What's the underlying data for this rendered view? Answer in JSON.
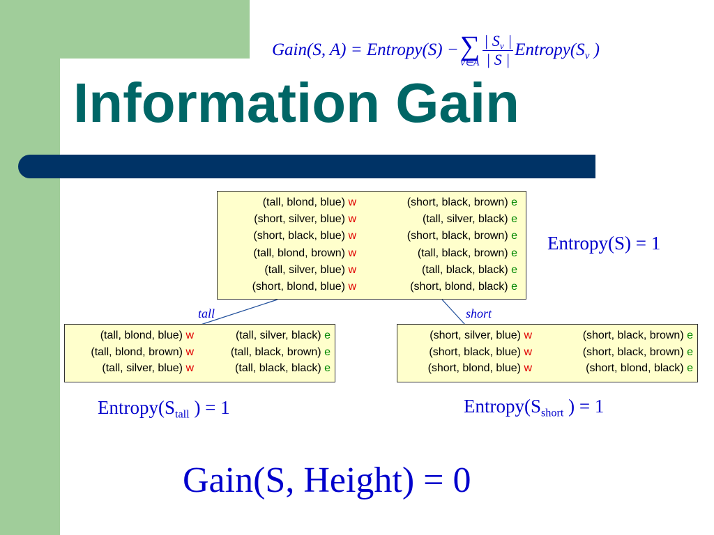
{
  "title": "Information Gain",
  "gain_formula": {
    "lhs": "Gain(S, A) = Entropy(S) −",
    "sum_under": "v∈A",
    "frac_num": "| S",
    "frac_num_sub": "v",
    "frac_num_end": " |",
    "frac_den": "| S |",
    "rhs": "Entropy(S",
    "rhs_sub": "v",
    "rhs_end": " )"
  },
  "root": {
    "rows": [
      {
        "left": "(tall, blond, blue)",
        "left_label": "w",
        "right": "(short, black, brown)",
        "right_label": "e"
      },
      {
        "left": "(short, silver, blue)",
        "left_label": "w",
        "right": "(tall, silver, black)",
        "right_label": "e"
      },
      {
        "left": "(short, black, blue)",
        "left_label": "w",
        "right": "(short, black, brown)",
        "right_label": "e"
      },
      {
        "left": "(tall, blond, brown)",
        "left_label": "w",
        "right": "(tall, black, brown)",
        "right_label": "e"
      },
      {
        "left": "(tall, silver, blue)",
        "left_label": "w",
        "right": "(tall, black, black)",
        "right_label": "e"
      },
      {
        "left": "(short, blond, blue)",
        "left_label": "w",
        "right": "(short, blond, black)",
        "right_label": "e"
      }
    ],
    "entropy": {
      "prefix": "Entropy(S",
      "sub": "",
      "suffix": ") = 1"
    }
  },
  "branches": {
    "tall": {
      "label": "tall",
      "rows": [
        {
          "left": "(tall, blond, blue)",
          "left_label": "w",
          "right": "(tall, silver, black)",
          "right_label": "e"
        },
        {
          "left": "(tall, blond, brown)",
          "left_label": "w",
          "right": "(tall, black, brown)",
          "right_label": "e"
        },
        {
          "left": "(tall, silver, blue)",
          "left_label": "w",
          "right": "(tall, black, black)",
          "right_label": "e"
        }
      ],
      "entropy": {
        "prefix": "Entropy(S",
        "sub": "tall",
        "suffix": " ) = 1"
      }
    },
    "short": {
      "label": "short",
      "rows": [
        {
          "left": "(short, silver, blue)",
          "left_label": "w",
          "right": "(short, black, brown)",
          "right_label": "e"
        },
        {
          "left": "(short, black, blue)",
          "left_label": "w",
          "right": "(short, black, brown)",
          "right_label": "e"
        },
        {
          "left": "(short, blond, blue)",
          "left_label": "w",
          "right": "(short, blond, black)",
          "right_label": "e"
        }
      ],
      "entropy": {
        "prefix": "Entropy(S",
        "sub": "short",
        "suffix": " ) = 1"
      }
    }
  },
  "gain_result": "Gain(S, Height) = 0",
  "colors": {
    "title": "#006666",
    "accent_bar": "#003366",
    "green": "#a0cd9a",
    "math": "#0000cc",
    "box_fill": "#ffffcc",
    "label_w": "#e00000",
    "label_e": "#008800"
  }
}
